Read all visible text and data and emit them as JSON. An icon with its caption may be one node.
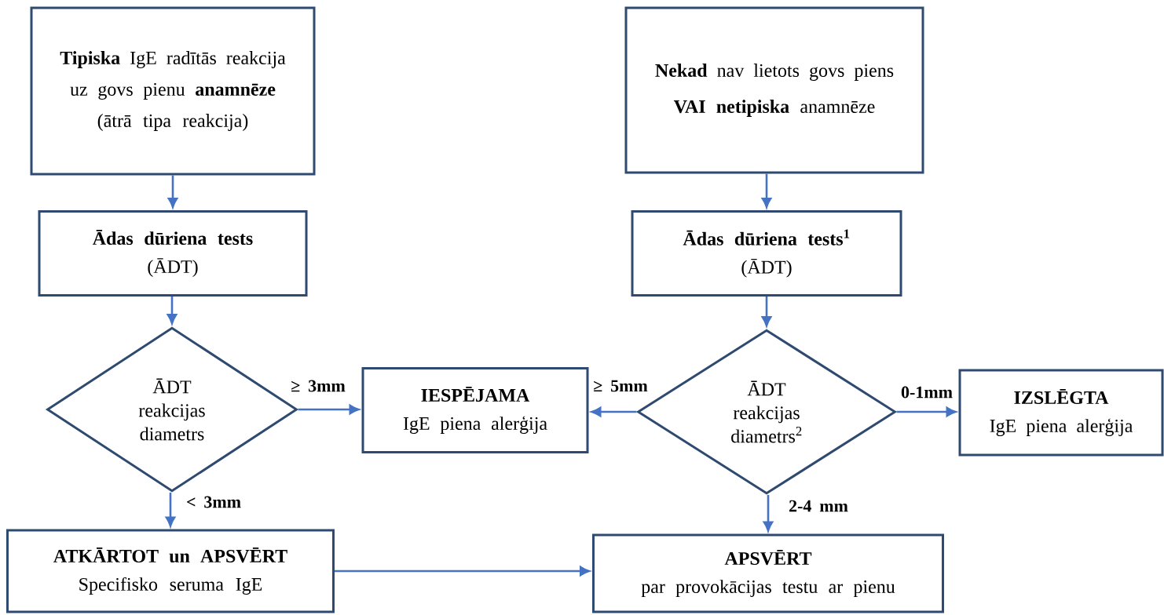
{
  "diagram": {
    "nodes": [
      {
        "text": [
          "**Tipiska** IgE radītās reakcija uz govs pienu **anamnēze**",
          "(ātrā tipa reakcija)"
        ]
      },
      {
        "text": [
          "**Nekad** nav lietots govs piens **VAI netipiska** anamnēze"
        ]
      },
      {
        "text": [
          "Ādas dūriena tests",
          "(ĀDT)"
        ]
      },
      {
        "text": [
          "Ādas dūriena tests$^{1}$",
          "(ĀDT)"
        ]
      },
      {
        "text": [
          "ĀDT reakcijas diametrs"
        ]
      },
      {
        "text": [
          "IESPĒJAMA",
          "IgE piena alerģija"
        ]
      },
      {
        "text": [
          "ĀDT reakcijas diametrs$^{2}$"
        ]
      },
      {
        "text": [
          "IZSLĒGTA",
          "IgE piena alerģija"
        ]
      },
      {
        "text": [
          "ATKĀRTOT un APSVĒRT",
          "Specifisko seruma IgE"
        ]
      },
      {
        "text": [
          "APSVĒRT",
          "par provokācijas testu ar pienu"
        ]
      }
    ],
    "edges": [
      {
        "from": 0,
        "to": 2,
        "arrow": "to"
      },
      {
        "from": 1,
        "to": 3,
        "arrow": "to"
      },
      {
        "from": 2,
        "to": 4,
        "arrow": "to"
      },
      {
        "from": 3,
        "to": 6,
        "arrow": "to"
      },
      {
        "from": 4,
        "to": 5,
        "arrow": "to",
        "label": "≥ 3mm"
      },
      {
        "from": 6,
        "to": 5,
        "arrow": "to",
        "label": "≥ 5mm"
      },
      {
        "from": 6,
        "to": 7,
        "arrow": "to",
        "label": "0-1mm"
      },
      {
        "from": 4,
        "to": 8,
        "arrow": "to",
        "label": "< 3mm"
      },
      {
        "from": 6,
        "to": 9,
        "arrow": "to",
        "label": "2-4 mm"
      },
      {
        "from": 8,
        "to": 9,
        "arrow": "to"
      }
    ]
  }
}
